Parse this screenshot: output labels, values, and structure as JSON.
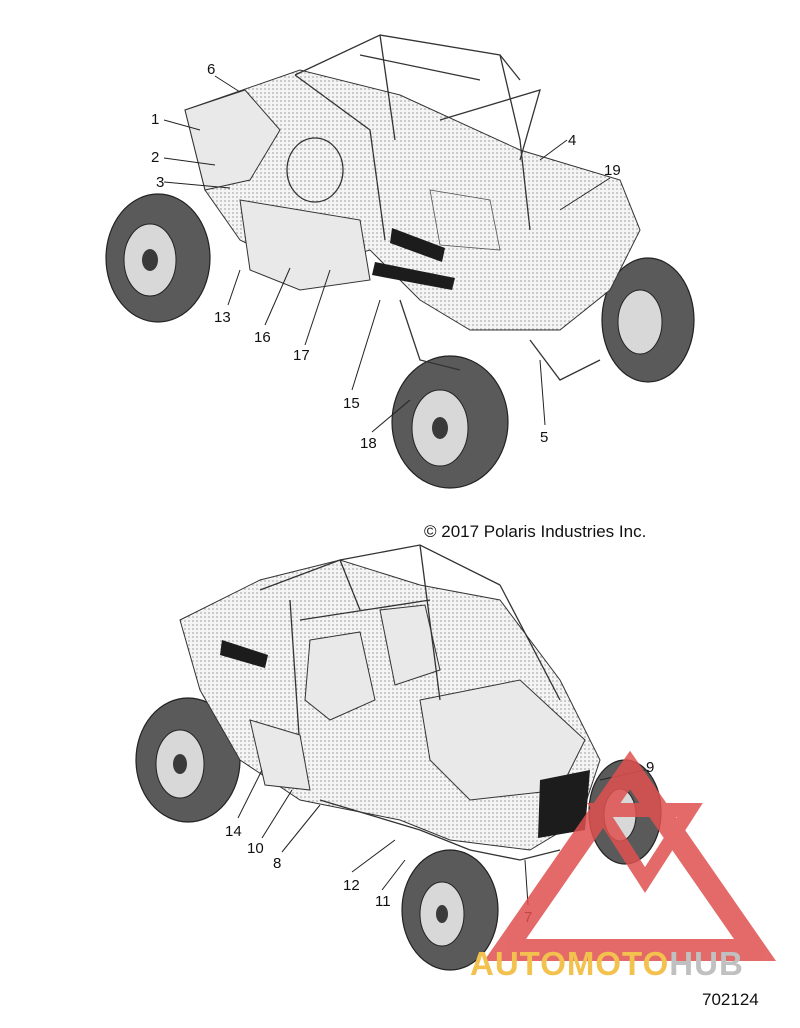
{
  "top_callouts": [
    {
      "label": "6"
    },
    {
      "label": "1"
    },
    {
      "label": "2"
    },
    {
      "label": "3"
    },
    {
      "label": "4"
    },
    {
      "label": "19"
    },
    {
      "label": "13"
    },
    {
      "label": "16"
    },
    {
      "label": "17"
    },
    {
      "label": "15"
    },
    {
      "label": "18"
    },
    {
      "label": "5"
    }
  ],
  "bottom_callouts": [
    {
      "label": "9"
    },
    {
      "label": "14"
    },
    {
      "label": "10"
    },
    {
      "label": "8"
    },
    {
      "label": "12"
    },
    {
      "label": "11"
    },
    {
      "label": "7"
    }
  ],
  "copyright": "© 2017 Polaris Industries Inc.",
  "part_number": "702124",
  "watermark": {
    "brand_part_a": "AUTOMOTO",
    "brand_part_b": "HUB",
    "colors": {
      "triangle": "#e05050",
      "text_a": "#f2c14e",
      "text_b": "#c0c0c0"
    }
  }
}
